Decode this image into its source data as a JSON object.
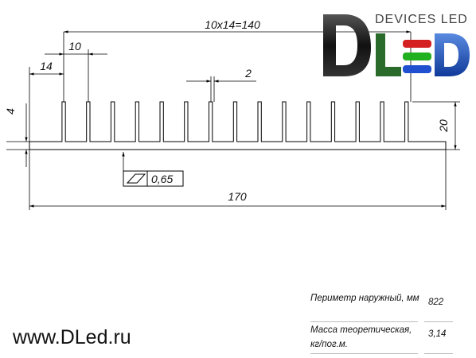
{
  "logo": {
    "brand_text": "DLED",
    "subtitle": "DEVICES LED",
    "colors": {
      "d": "#1a1a1a",
      "l_top": "#2a7a2a",
      "e_red": "#d42020",
      "e_green": "#20b020",
      "e_blue": "#2050d0",
      "d2": "#1a50c0"
    }
  },
  "website": "www.DLed.ru",
  "dimensions": {
    "pitch_total": "10x14=140",
    "fin_pitch": "10",
    "first_offset": "14",
    "fin_width": "2",
    "base_thickness": "4",
    "total_height": "20",
    "total_width": "170",
    "flatness": "0,65"
  },
  "profile": {
    "fin_count": 15,
    "fin_pitch_mm": 10,
    "fin_width_mm": 2,
    "base_mm": 4,
    "height_mm": 20,
    "width_mm": 170
  },
  "properties": [
    {
      "label": "Периметр наружный, мм",
      "value": "822"
    },
    {
      "label": "Масса теоретическая, кг/пог.м.",
      "value": "3,14"
    }
  ]
}
